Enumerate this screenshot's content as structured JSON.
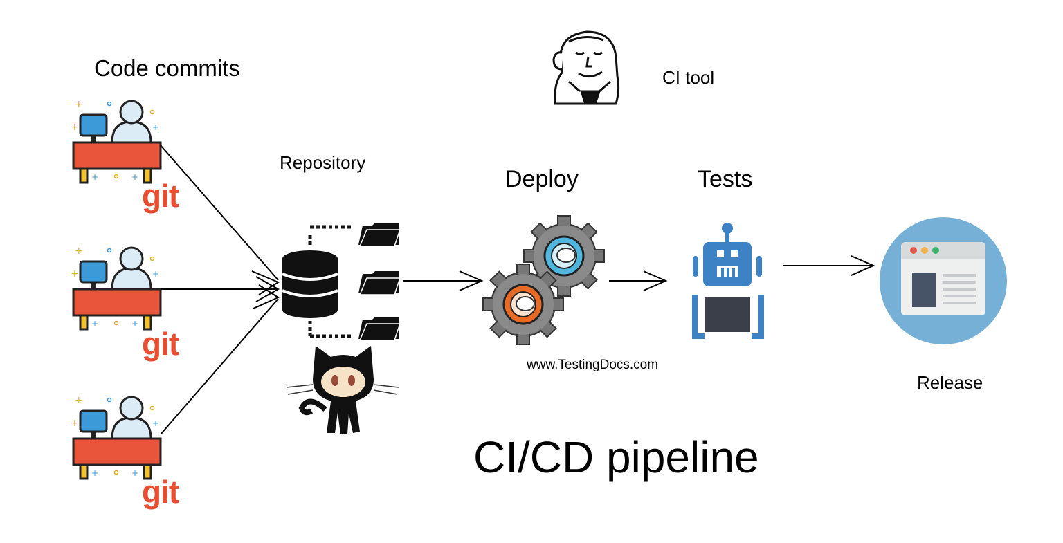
{
  "labels": {
    "code_commits": "Code commits",
    "ci_tool": "CI tool",
    "repository": "Repository",
    "deploy": "Deploy",
    "tests": "Tests",
    "release": "Release",
    "watermark": "www.TestingDocs.com",
    "title": "CI/CD pipeline"
  },
  "git_logo_text": "git",
  "icons": {
    "developer": "developer-desk-icon",
    "jenkins": "jenkins-butler-icon",
    "database": "database-icon",
    "folder": "folder-icon",
    "github": "github-octocat-icon",
    "gears": "gears-icon",
    "robot": "robot-icon",
    "browser": "browser-window-icon"
  },
  "colors": {
    "git": "#e94e31",
    "desk": "#e8553a",
    "monitor": "#3d9ad8",
    "robot_blue": "#3d82c4",
    "release_circle": "#76b0d6",
    "gear_orange": "#e86a24",
    "gear_blue": "#4fb6e0"
  }
}
